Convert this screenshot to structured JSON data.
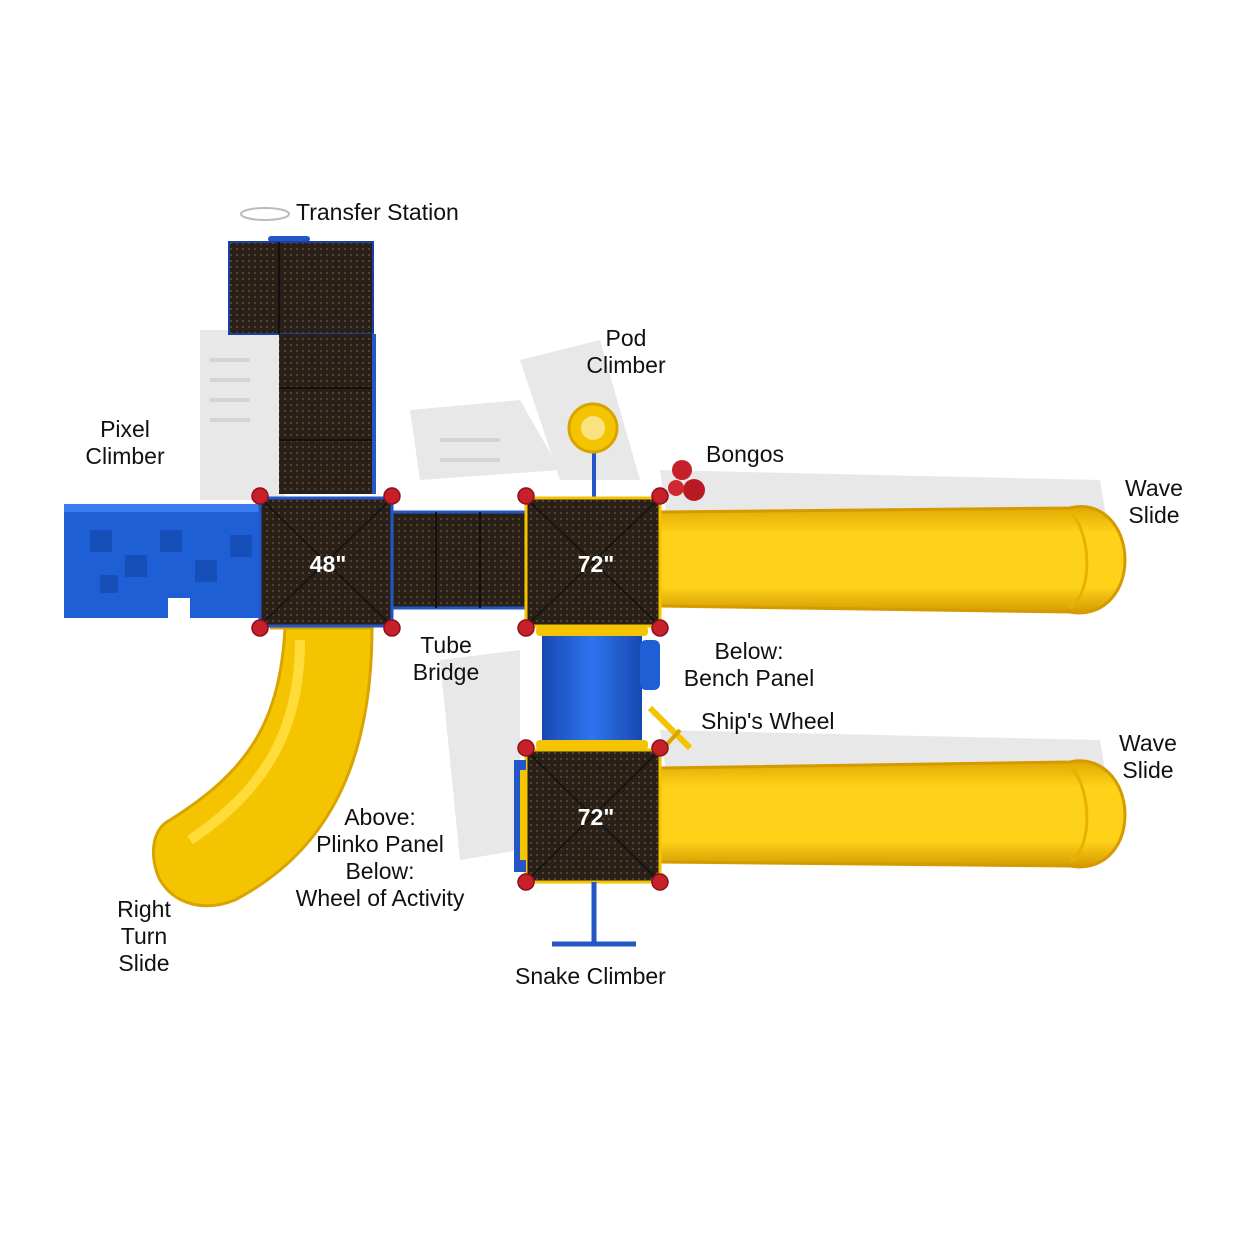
{
  "colors": {
    "deck": "#2a2018",
    "frame_blue": "#2456c8",
    "slide_yellow": "#f5c400",
    "slide_edge": "#d9a400",
    "climber_blue": "#1f5fd6",
    "clamp_red": "#c8202a",
    "shadow": "#e6e6e6"
  },
  "labels": {
    "transfer_station": "Transfer Station",
    "pod_climber": [
      "Pod",
      "Climber"
    ],
    "pixel_climber": [
      "Pixel",
      "Climber"
    ],
    "bongos": "Bongos",
    "wave_slide_top": [
      "Wave",
      "Slide"
    ],
    "wave_slide_bottom": [
      "Wave",
      "Slide"
    ],
    "tube_bridge": [
      "Tube",
      "Bridge"
    ],
    "below_bench": [
      "Below:",
      "Bench Panel"
    ],
    "ships_wheel": "Ship's Wheel",
    "plinko": [
      "Above:",
      "Plinko Panel",
      "Below:",
      "Wheel of Activity"
    ],
    "right_turn_slide": [
      "Right",
      "Turn",
      "Slide"
    ],
    "snake_climber": "Snake Climber"
  },
  "decks": {
    "left": "48\"",
    "center": "72\"",
    "bottom": "72\""
  }
}
